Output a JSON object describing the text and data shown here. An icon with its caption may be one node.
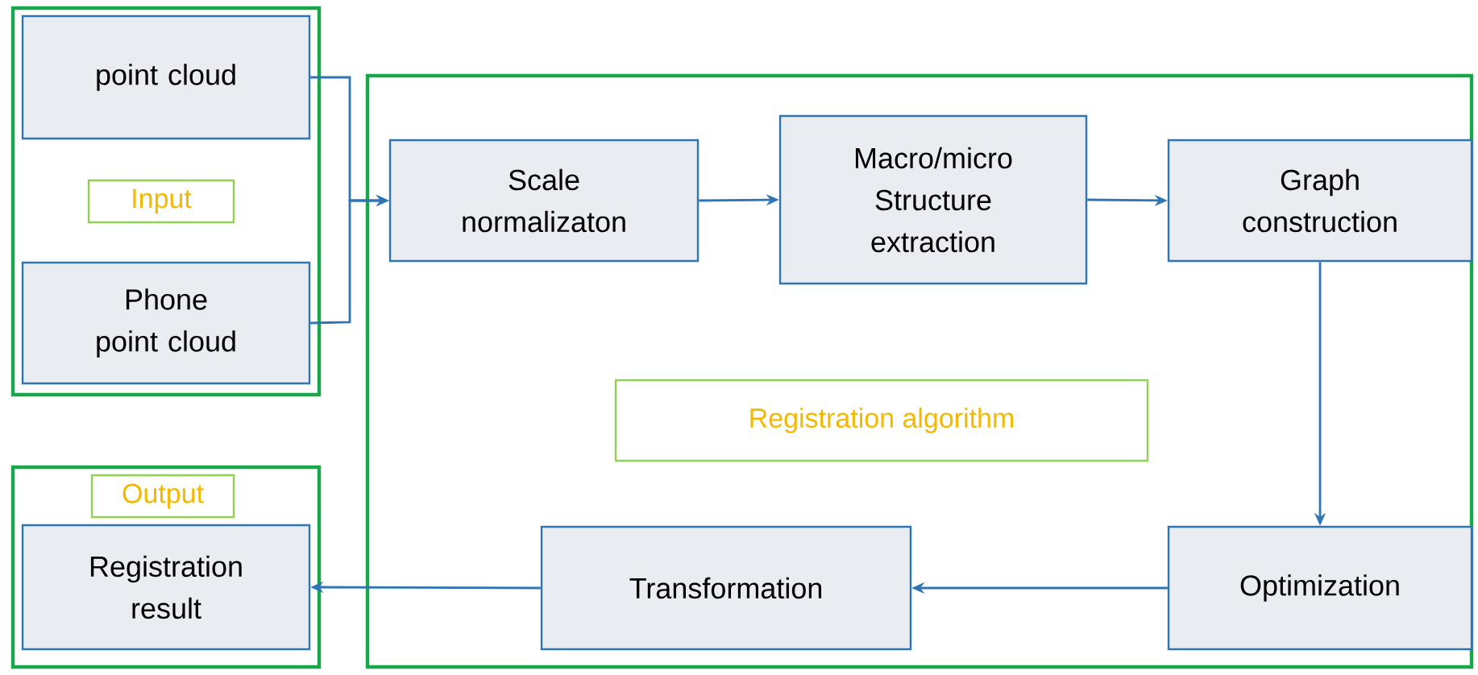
{
  "diagram": {
    "nodes": [
      {
        "text": [
          "Input"
        ]
      },
      {
        "text": [
          "point cloud"
        ],
        "in": 0
      },
      {
        "text": [
          "Phone point cloud"
        ],
        "in": 0
      },
      {
        "text": [
          "Registration algorithm"
        ]
      },
      {
        "text": [
          "Scale normalizaton"
        ],
        "in": 3
      },
      {
        "text": [
          "Macro/micro Structure extraction"
        ],
        "in": 3
      },
      {
        "text": [
          "Graph construction"
        ],
        "in": 3
      },
      {
        "text": [
          "Optimization"
        ],
        "in": 3
      },
      {
        "text": [
          "Transformation"
        ],
        "in": 3
      },
      {
        "text": [
          "Output"
        ]
      },
      {
        "text": [
          "Registration result"
        ],
        "in": 9
      }
    ],
    "edges": [
      {
        "from": 1,
        "to": 4,
        "arrow": "to"
      },
      {
        "from": 2,
        "to": 4,
        "arrow": "to"
      },
      {
        "from": 4,
        "to": 5,
        "arrow": "to"
      },
      {
        "from": 5,
        "to": 6,
        "arrow": "to"
      },
      {
        "from": 6,
        "to": 7,
        "arrow": "to"
      },
      {
        "from": 7,
        "to": 8,
        "arrow": "to"
      },
      {
        "from": 8,
        "to": 10,
        "arrow": "to"
      }
    ]
  }
}
